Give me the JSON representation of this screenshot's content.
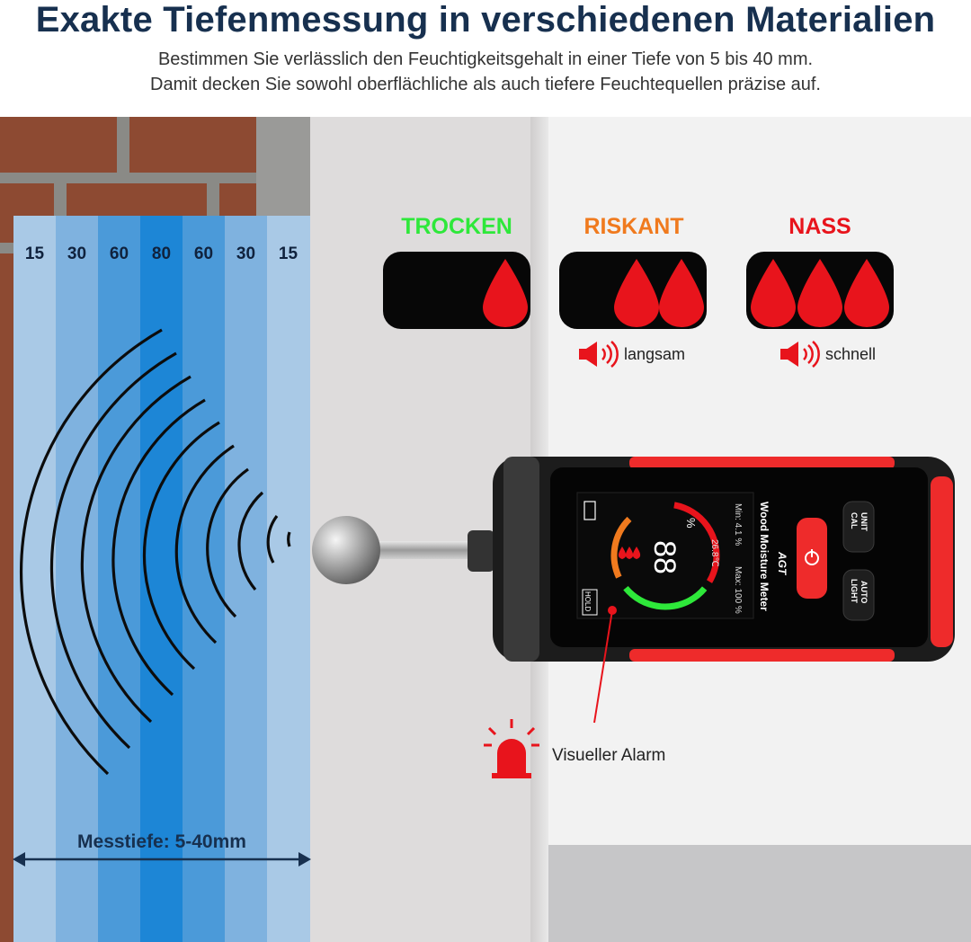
{
  "header": {
    "title": "Exakte Tiefenmessung in verschiedenen Materialien",
    "subtitle_line1": "Bestimmen Sie verlässlich den Feuchtigkeitsgehalt in einer Tiefe von 5 bis 40 mm.",
    "subtitle_line2": "Damit decken Sie sowohl oberflächliche als auch tiefere Feuchtequellen präzise auf."
  },
  "depth_bands": [
    "15",
    "30",
    "60",
    "80",
    "60",
    "30",
    "15"
  ],
  "depth_label": "Messtiefe: 5-40mm",
  "levels": [
    {
      "label": "TROCKEN",
      "color": "#2ee83a",
      "drops": 1
    },
    {
      "label": "RISKANT",
      "color": "#f07a1e",
      "drops": 2,
      "sound": "langsam"
    },
    {
      "label": "NASS",
      "color": "#e8141c",
      "drops": 3,
      "sound": "schnell"
    }
  ],
  "alarm_label": "Visueller Alarm",
  "device": {
    "reading": "88",
    "unit": "%",
    "temperature": "26.8℃",
    "max": "Max: 100 %",
    "min": "Min: 4.1 %",
    "name": "Wood Moisture Meter",
    "hold": "HOLD",
    "btn_cal": "CAL",
    "btn_unit": "UNIT",
    "btn_light": "LIGHT",
    "btn_auto": "AUTO",
    "brand": "AGT"
  },
  "colors": {
    "title": "#17304f",
    "drop": "#e8141c",
    "device_red": "#ee2b2b"
  }
}
